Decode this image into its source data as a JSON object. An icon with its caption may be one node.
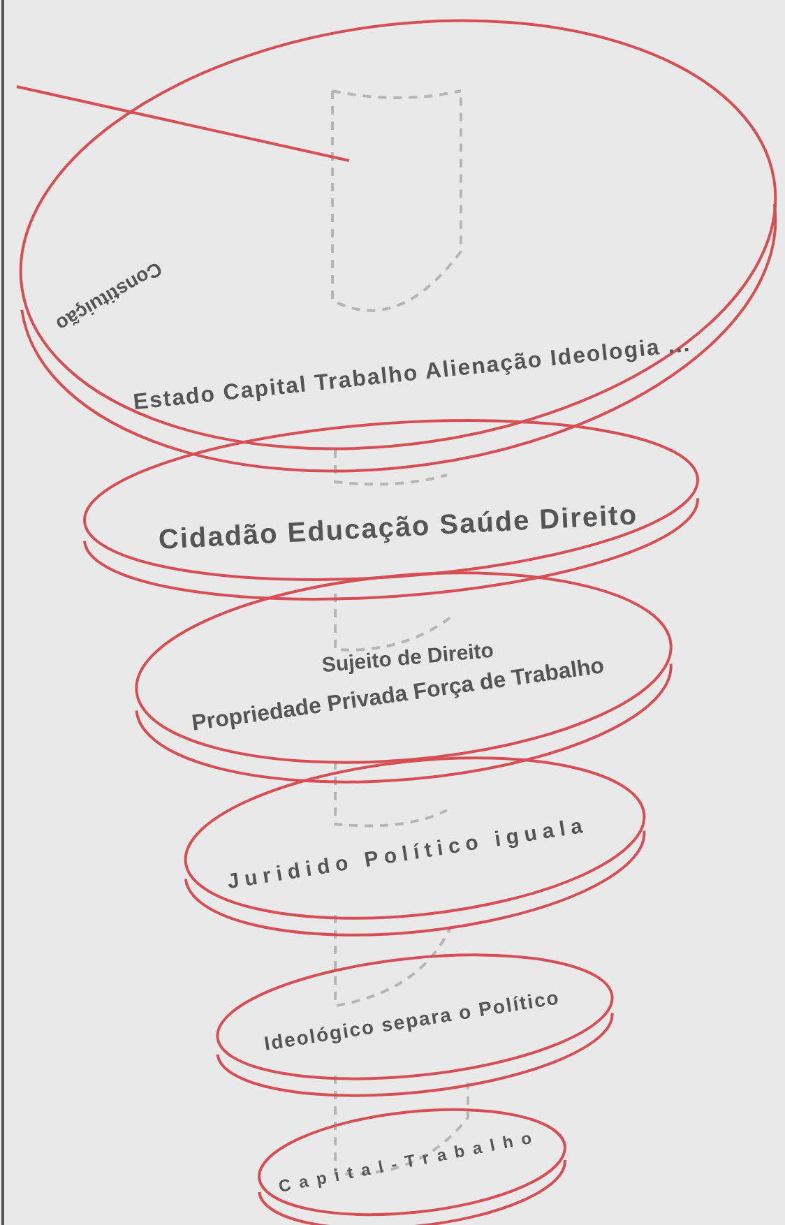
{
  "diagram": {
    "labels": [
      "Constituição",
      "Estado Capital Trabalho Alienação Ideologia ...",
      "Cidadão Educação Saúde Direito",
      "Sujeito de Direito",
      "Propriedade Privada Força de Trabalho",
      "Juridido Político iguala",
      "Ideológico separa o Político",
      "Capital-Trabalho"
    ]
  }
}
